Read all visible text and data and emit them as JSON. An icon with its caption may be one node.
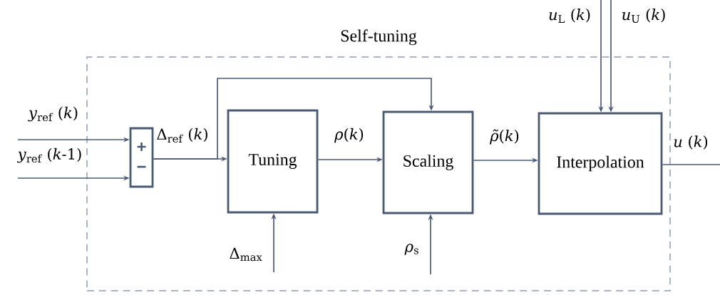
{
  "diagram": {
    "nodes": [
      {
        "text": [
          "Self-tuning"
        ]
      },
      {
        "text": [
          "+",
          "−"
        ],
        "in": 0
      },
      {
        "text": [
          "Tuning"
        ],
        "in": 0
      },
      {
        "text": [
          "Scaling"
        ],
        "in": 0
      },
      {
        "text": [
          "Interpolation"
        ],
        "in": 0
      }
    ],
    "edges": [
      {
        "from": null,
        "to": 1,
        "arrow": "to",
        "label": "*y*$_{ref}$ (*k*)"
      },
      {
        "from": null,
        "to": 1,
        "arrow": "to",
        "label": "*y*$_{ref}$ (*k*-1)"
      },
      {
        "from": 1,
        "to": 2,
        "arrow": "to",
        "label": "Δ$_{ref}$ (*k*)"
      },
      {
        "from": 1,
        "to": 3,
        "arrow": "to"
      },
      {
        "from": 2,
        "to": 3,
        "arrow": "to",
        "label": "*ρ*(*k*)"
      },
      {
        "from": 3,
        "to": 4,
        "arrow": "to",
        "label": "*ρ̃*(*k*)"
      },
      {
        "from": null,
        "to": 2,
        "arrow": "to",
        "label": "Δ$_{max}$"
      },
      {
        "from": null,
        "to": 3,
        "arrow": "to",
        "label": "*ρ*$_{s}$"
      },
      {
        "from": null,
        "to": 4,
        "arrow": "to",
        "label": "*u*$_{L}$ (*k*)"
      },
      {
        "from": null,
        "to": 4,
        "arrow": "to",
        "label": "*u*$_{U}$ (*k*)"
      },
      {
        "from": 4,
        "to": null,
        "arrow": "none",
        "label": "*u* (*k*)"
      }
    ]
  }
}
